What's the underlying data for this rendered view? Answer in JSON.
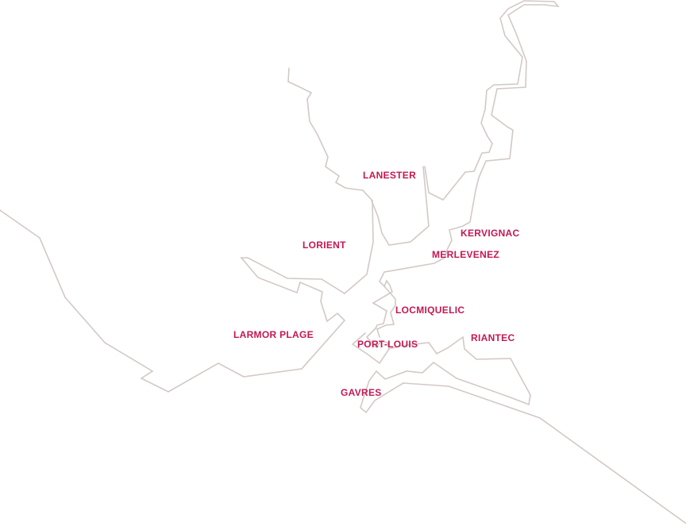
{
  "map": {
    "label_color": "#c41853",
    "coast_color": "#d2c9c5",
    "places": [
      {
        "id": "lanester",
        "name": "LANESTER"
      },
      {
        "id": "lorient",
        "name": "LORIENT"
      },
      {
        "id": "kervignac",
        "name": "KERVIGNAC"
      },
      {
        "id": "merlevenez",
        "name": "MERLEVENEZ"
      },
      {
        "id": "locmiquelic",
        "name": "LOCMIQUELIC"
      },
      {
        "id": "larmor-plage",
        "name": "LARMOR PLAGE"
      },
      {
        "id": "port-louis",
        "name": "PORT-LOUIS"
      },
      {
        "id": "riantec",
        "name": "RIANTEC"
      },
      {
        "id": "gavres",
        "name": "GAVRES"
      }
    ]
  }
}
